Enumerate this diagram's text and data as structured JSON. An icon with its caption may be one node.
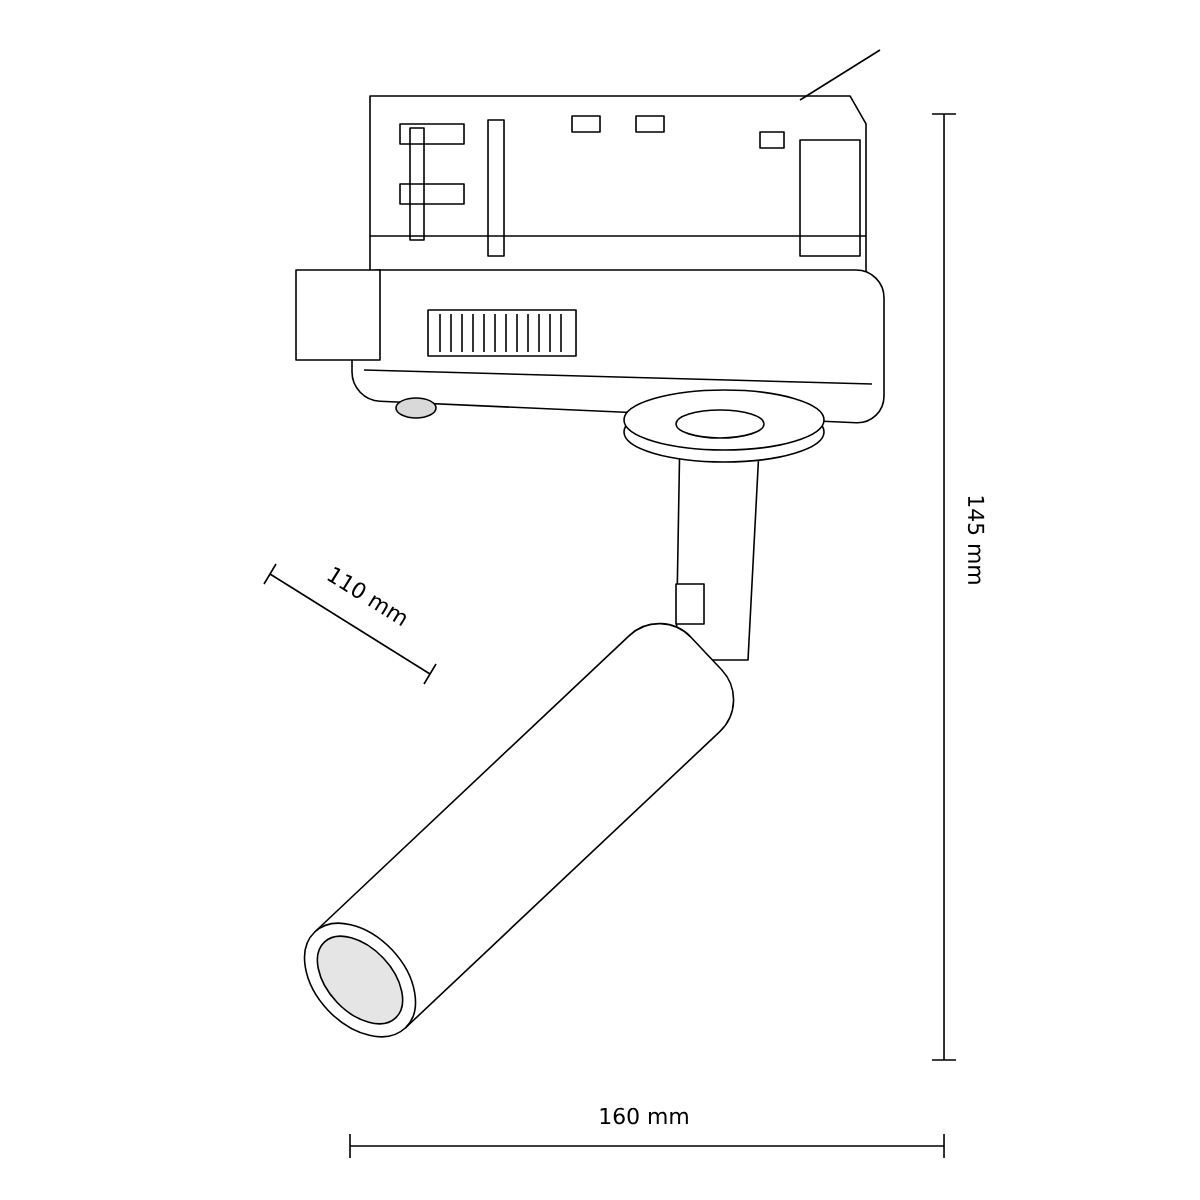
{
  "diagram": {
    "labels": [
      "145 mm",
      "110 mm",
      "160 mm"
    ]
  }
}
